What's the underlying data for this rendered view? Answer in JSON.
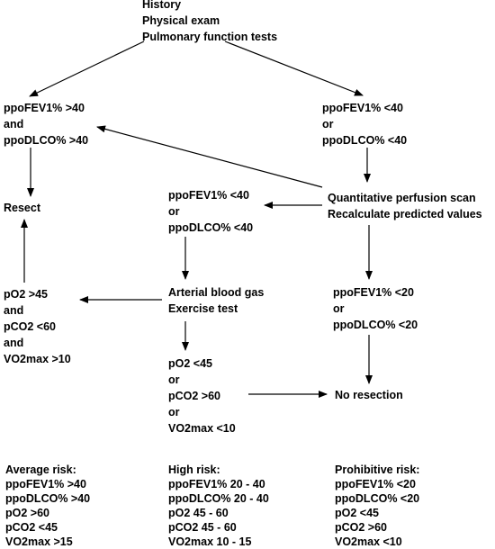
{
  "nodes": {
    "start": [
      "History",
      "Physical exam",
      "Pulmonary function tests"
    ],
    "left_high": [
      "ppoFEV1% >40",
      "and",
      "ppoDLCO% >40"
    ],
    "right_low": [
      "ppoFEV1% <40",
      "or",
      "ppoDLCO% <40"
    ],
    "resect": [
      "Resect"
    ],
    "mid_low": [
      "ppoFEV1% <40",
      "or",
      "ppoDLCO% <40"
    ],
    "perfusion": [
      "Quantitative perfusion scan",
      "Recalculate predicted values"
    ],
    "abg": [
      "Arterial blood gas",
      "Exercise test"
    ],
    "good_gas": [
      "pO2 >45",
      "and",
      "pCO2 <60",
      "and",
      "VO2max >10"
    ],
    "very_low": [
      "ppoFEV1% <20",
      "or",
      "ppoDLCO% <20"
    ],
    "bad_gas": [
      "pO2 <45",
      "or",
      "pCO2 >60",
      "or",
      "VO2max <10"
    ],
    "no_resection": [
      "No resection"
    ]
  },
  "legend": {
    "average": [
      "Average risk:",
      "ppoFEV1% >40",
      "ppoDLCO% >40",
      "pO2 >60",
      "pCO2 <45",
      "VO2max >15"
    ],
    "high": [
      "High risk:",
      "ppoFEV1% 20 - 40",
      "ppoDLCO% 20 - 40",
      "pO2 45 - 60",
      "pCO2 45 - 60",
      "VO2max 10 - 15"
    ],
    "prohibitive": [
      "Prohibitive risk:",
      "ppoFEV1% <20",
      "ppoDLCO% <20",
      "pO2 <45",
      "pCO2 >60",
      "VO2max <10"
    ]
  }
}
